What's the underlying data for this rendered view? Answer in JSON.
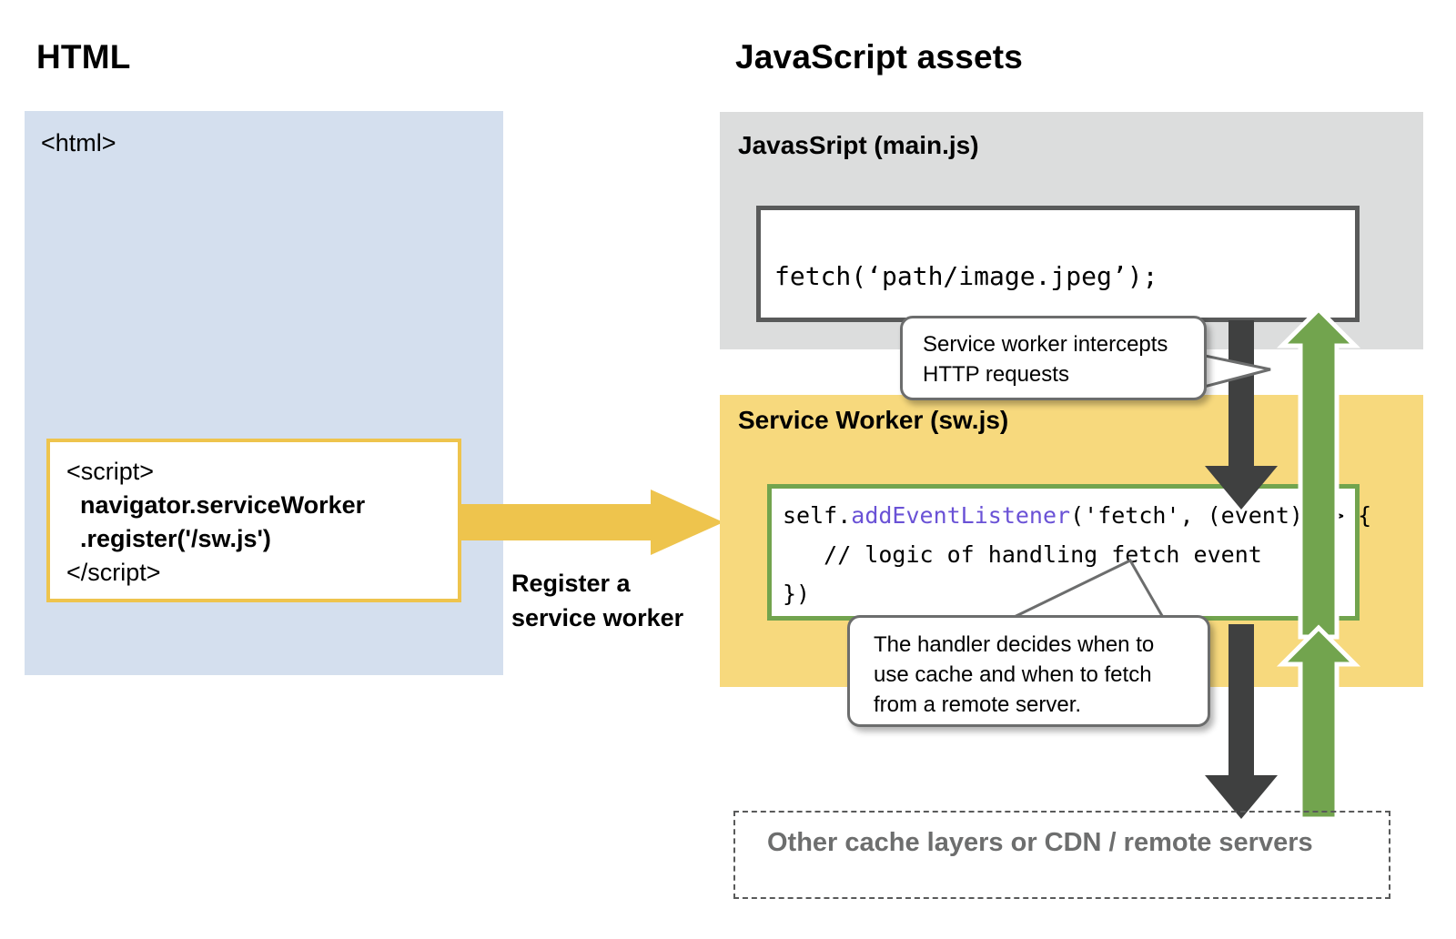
{
  "headings": {
    "html": "HTML",
    "javascript": "JavaScript assets"
  },
  "html_panel": {
    "tag": "<html>",
    "script_card": {
      "lines": [
        {
          "text": "<script>",
          "bold": false
        },
        {
          "text": "  navigator.serviceWorker",
          "bold": true
        },
        {
          "text": "  .register('/sw.js')",
          "bold": true
        },
        {
          "text": "</script>",
          "bold": false
        }
      ]
    }
  },
  "register_arrow": {
    "label": "Register a\nservice worker",
    "label_line1": "Register a",
    "label_line2": "service worker",
    "color": "#eec44d"
  },
  "mainjs_panel": {
    "title": "JavasSript (main.js)",
    "code": "fetch(‘path/image.jpeg’);",
    "bg": "#dcdddd",
    "card_border": "#595a5a"
  },
  "service_worker_panel": {
    "title": "Service Worker (sw.js)",
    "bg": "#f7d97d",
    "card_border": "#72a44e",
    "code_lines": [
      {
        "pre": "self.",
        "kw": "addEventListener",
        "post": "('fetch', (event) => {"
      },
      {
        "pre": "   // logic of handling fetch event",
        "kw": "",
        "post": ""
      },
      {
        "pre": "})",
        "kw": "",
        "post": ""
      }
    ],
    "code_line1_pre": "self.",
    "code_line1_kw": "addEventListener",
    "code_line1_post": "('fetch', (event) => {",
    "code_line2": "   // logic of handling fetch event",
    "code_line3": "})"
  },
  "remote_box": {
    "label": "Other cache layers or CDN / remote servers",
    "text_color": "#6d6e6e"
  },
  "callouts": {
    "intercept": {
      "line1": "Service worker intercepts",
      "line2": "HTTP requests"
    },
    "handler": {
      "line1": "The handler decides when to",
      "line2": "use cache and when to fetch",
      "line3": "from a remote server."
    }
  },
  "flow_arrows": {
    "request_color": "#3f4040",
    "response_color": "#72a44e",
    "request_down_upper": "request flows from main.js down into service worker",
    "response_up_upper": "response flows from service worker up to main.js",
    "request_down_lower": "request flows from service worker down to remote servers",
    "response_up_lower": "response flows from remote servers up to service worker"
  },
  "palette": {
    "html_panel_bg": "#d4dfee",
    "script_border": "#eec44d",
    "mainjs_bg": "#dcdddd",
    "sw_bg": "#f7d97d",
    "green": "#72a44e",
    "dark": "#3f4040",
    "gray_text": "#6d6e6e"
  }
}
